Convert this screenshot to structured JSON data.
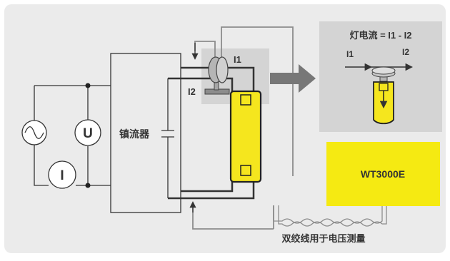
{
  "labels": {
    "ballast": "镇流器",
    "voltage_symbol": "U",
    "current_symbol": "I",
    "i1": "I1",
    "i2": "I2",
    "formula": "灯电流 = I1 - I2",
    "inset_i1": "I1",
    "inset_i2": "I2",
    "instrument": "WT3000E",
    "twisted_pair_caption": "双绞线用于电压测量"
  },
  "colors": {
    "frame_background": "#ebebeb",
    "inset_background": "#d4d4d4",
    "lamp_fill": "#f5e61e",
    "instrument_fill": "#f5ea12",
    "wire_dark": "#333333",
    "wire_light": "#8c8c8c",
    "arrow_gray": "#777777",
    "sensor_gray": "#a6a6a6"
  },
  "icons": {
    "ac_source": "ac-source-icon",
    "voltmeter": "voltmeter-icon",
    "ammeter": "ammeter-icon",
    "current_sensor": "current-clamp-icon",
    "lamp": "fluorescent-lamp-icon",
    "capacitor": "capacitor-icon"
  }
}
